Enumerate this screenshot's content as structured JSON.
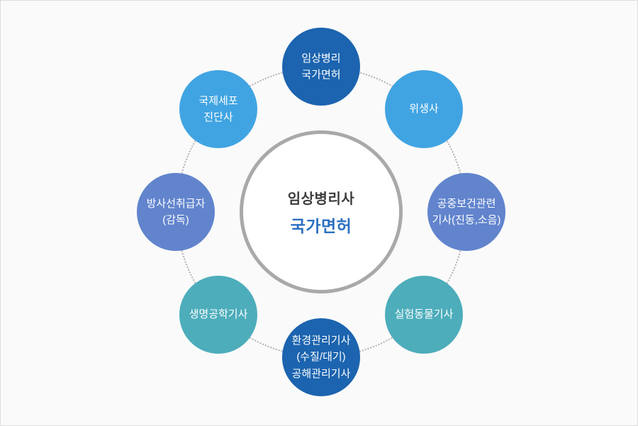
{
  "diagram": {
    "center": {
      "title": "임상병리사",
      "subtitle": "국가면허"
    },
    "nodes": {
      "top": {
        "label": "임상병리\n국가면허",
        "color": "#1c64af"
      },
      "ne": {
        "label": "위생사",
        "color": "#41a4e2"
      },
      "right": {
        "label": "공중보건관련\n기사(진동,소음)",
        "color": "#6184cd"
      },
      "se": {
        "label": "실험동물기사",
        "color": "#4dadbb"
      },
      "bottom": {
        "label": "환경관리기사\n(수질/대기)\n공해관리기사",
        "color": "#1c64af"
      },
      "sw": {
        "label": "생명공학기사",
        "color": "#4dadbb"
      },
      "left": {
        "label": "방사선취급자\n(감독)",
        "color": "#6184cd"
      },
      "nw": {
        "label": "국제세포\n진단사",
        "color": "#41a4e2"
      }
    },
    "colors": {
      "background": "#fafafa",
      "canvas_border": "#dcdcdc",
      "ring_dots": "#b2b2b2",
      "center_fill": "#ffffff",
      "center_border": "#a9a9a9",
      "center_title_text": "#3d3d3d",
      "center_subtitle_text": "#2c6fc0",
      "node_text": "#ffffff",
      "node_dark_blue": "#1c64af",
      "node_sky_blue": "#41a4e2",
      "node_periwinkle": "#6184cd",
      "node_teal": "#4dadbb"
    }
  }
}
